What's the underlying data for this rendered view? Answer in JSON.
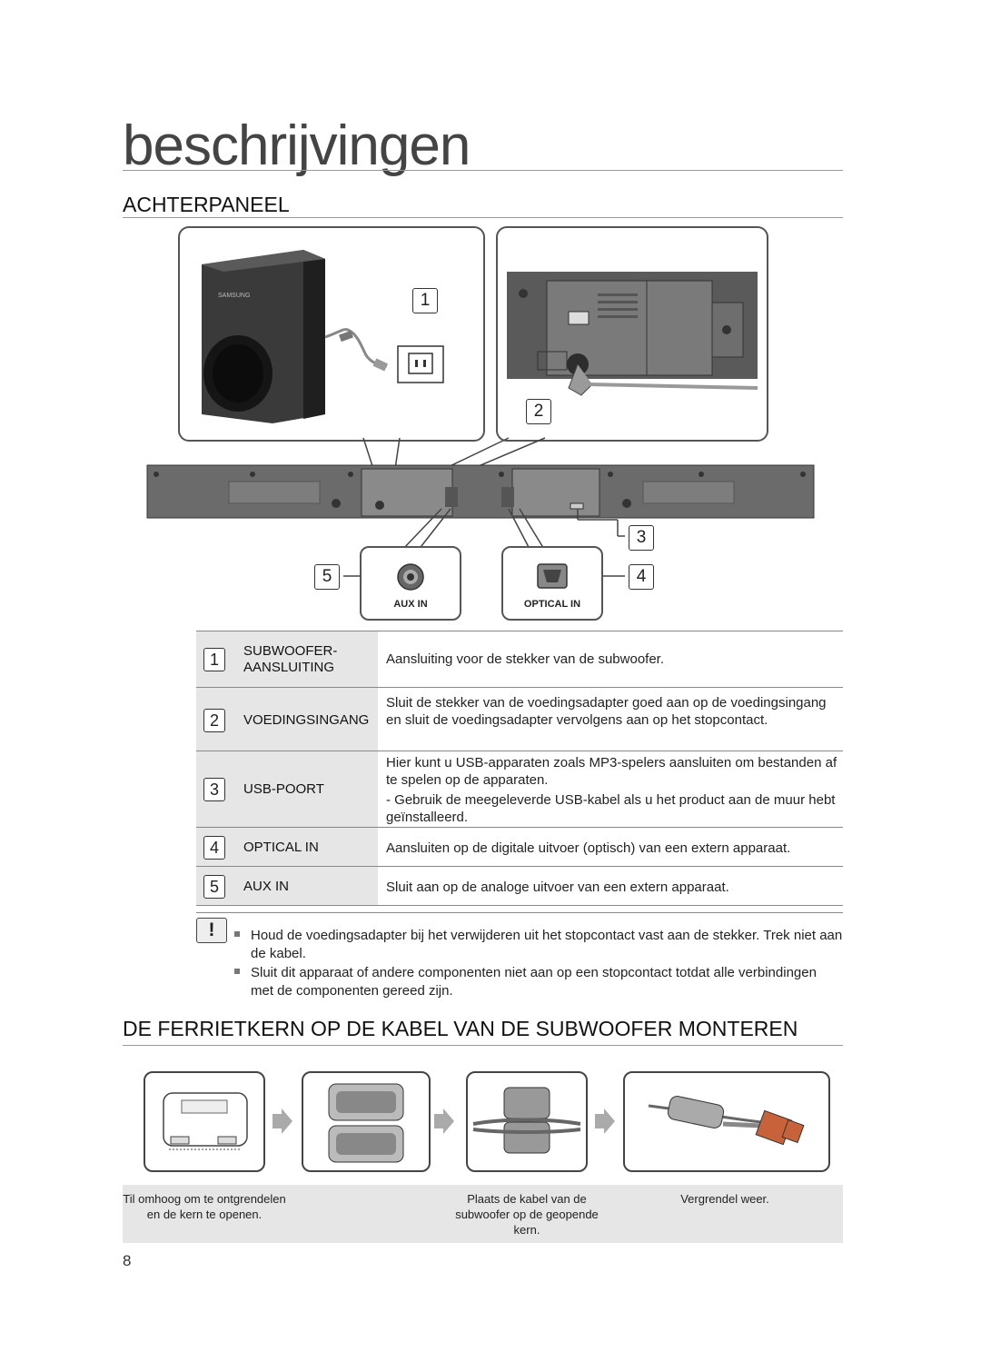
{
  "page": {
    "title": "beschrijvingen",
    "page_number": "8"
  },
  "rear_panel": {
    "heading": "ACHTERPANEEL",
    "callouts": [
      "1",
      "2",
      "3",
      "4",
      "5"
    ],
    "ports": {
      "aux_label": "AUX IN",
      "optical_label": "OPTICAL IN"
    }
  },
  "connections_table": [
    {
      "num": "1",
      "label": "SUBWOOFER-\nAANSLUITING",
      "desc": "Aansluiting voor de stekker van de subwoofer."
    },
    {
      "num": "2",
      "label": "VOEDINGSINGANG",
      "desc": "Sluit de stekker van de voedingsadapter goed aan op de voedingsingang en sluit de voedingsadapter vervolgens aan op het stopcontact."
    },
    {
      "num": "3",
      "label": "USB-POORT",
      "desc": "Hier kunt u USB-apparaten zoals MP3-spelers aansluiten om bestanden af te spelen op de apparaten.",
      "desc_note": "- Gebruik de meegeleverde USB-kabel als u het product aan de muur hebt geïnstalleerd."
    },
    {
      "num": "4",
      "label": "OPTICAL IN",
      "desc": "Aansluiten op de digitale uitvoer (optisch) van een extern apparaat."
    },
    {
      "num": "5",
      "label": "AUX IN",
      "desc": "Sluit aan op de analoge uitvoer van een extern apparaat."
    }
  ],
  "notes": [
    "Houd de voedingsadapter bij het verwijderen uit het stopcontact vast aan de stekker. Trek niet aan de kabel.",
    "Sluit dit apparaat of andere componenten niet aan op een stopcontact totdat alle verbindingen met de componenten gereed zijn."
  ],
  "ferrite": {
    "heading": "DE FERRIETKERN OP DE KABEL VAN DE SUBWOOFER MONTEREN",
    "captions": {
      "step1": "Til omhoog om te ontgrendelen en de kern te openen.",
      "step3": "Plaats de kabel van de subwoofer op de geopende kern.",
      "step4": "Vergrendel weer."
    }
  }
}
